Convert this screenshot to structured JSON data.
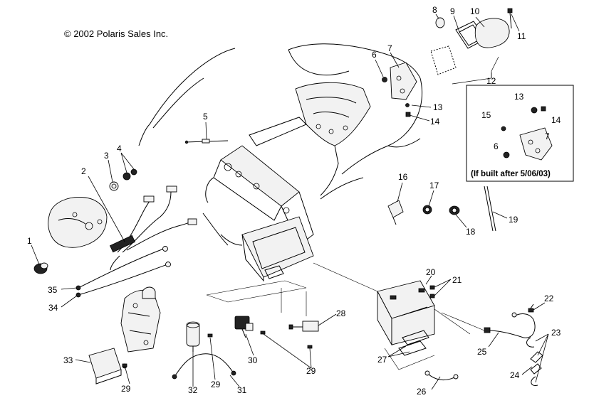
{
  "copyright": "© 2002 Polaris Sales Inc.",
  "inset_note": "(If built after 5/06/03)",
  "callouts": [
    {
      "id": "1",
      "label": "1"
    },
    {
      "id": "2",
      "label": "2"
    },
    {
      "id": "3",
      "label": "3"
    },
    {
      "id": "4",
      "label": "4"
    },
    {
      "id": "5",
      "label": "5"
    },
    {
      "id": "6",
      "label": "6"
    },
    {
      "id": "7",
      "label": "7"
    },
    {
      "id": "8",
      "label": "8"
    },
    {
      "id": "9",
      "label": "9"
    },
    {
      "id": "10",
      "label": "10"
    },
    {
      "id": "11",
      "label": "11"
    },
    {
      "id": "12",
      "label": "12"
    },
    {
      "id": "13",
      "label": "13"
    },
    {
      "id": "14",
      "label": "14"
    },
    {
      "id": "13b",
      "label": "13"
    },
    {
      "id": "14b",
      "label": "14"
    },
    {
      "id": "15",
      "label": "15"
    },
    {
      "id": "6b",
      "label": "6"
    },
    {
      "id": "7b",
      "label": "7"
    },
    {
      "id": "16",
      "label": "16"
    },
    {
      "id": "17",
      "label": "17"
    },
    {
      "id": "18",
      "label": "18"
    },
    {
      "id": "19",
      "label": "19"
    },
    {
      "id": "20",
      "label": "20"
    },
    {
      "id": "21",
      "label": "21"
    },
    {
      "id": "22",
      "label": "22"
    },
    {
      "id": "23",
      "label": "23"
    },
    {
      "id": "24",
      "label": "24"
    },
    {
      "id": "25",
      "label": "25"
    },
    {
      "id": "26",
      "label": "26"
    },
    {
      "id": "27",
      "label": "27"
    },
    {
      "id": "28",
      "label": "28"
    },
    {
      "id": "29a",
      "label": "29"
    },
    {
      "id": "29b",
      "label": "29"
    },
    {
      "id": "29c",
      "label": "29"
    },
    {
      "id": "30",
      "label": "30"
    },
    {
      "id": "31",
      "label": "31"
    },
    {
      "id": "32",
      "label": "32"
    },
    {
      "id": "33",
      "label": "33"
    },
    {
      "id": "34",
      "label": "34"
    },
    {
      "id": "35",
      "label": "35"
    }
  ]
}
